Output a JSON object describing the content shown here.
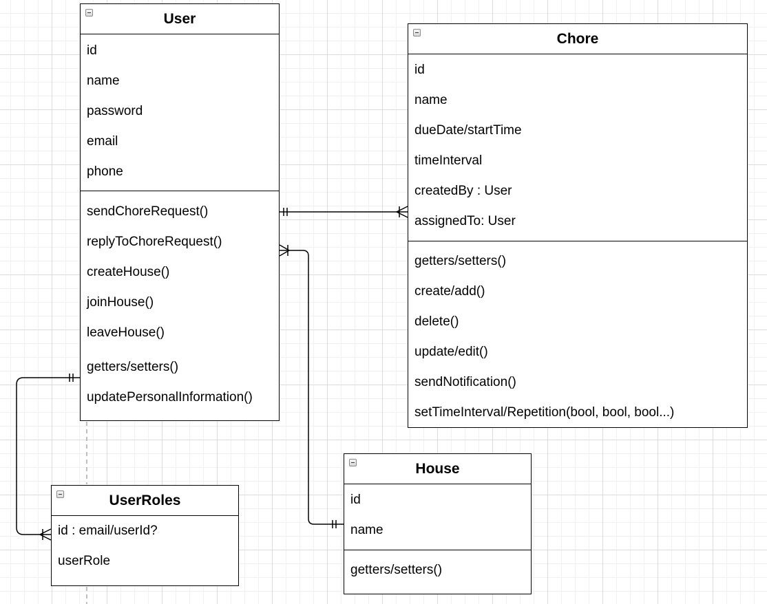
{
  "entities": {
    "user": {
      "title": "User",
      "attributes": [
        "id",
        "name",
        "password",
        "email",
        "phone"
      ],
      "methods": [
        "sendChoreRequest()",
        "replyToChoreRequest()",
        "createHouse()",
        "joinHouse()",
        "leaveHouse()",
        "getters/setters()",
        "updatePersonalInformation()"
      ]
    },
    "chore": {
      "title": "Chore",
      "attributes": [
        "id",
        "name",
        "dueDate/startTime",
        "timeInterval",
        "createdBy : User",
        "assignedTo: User"
      ],
      "methods": [
        "getters/setters()",
        "create/add()",
        "delete()",
        "update/edit()",
        "sendNotification()",
        "setTimeInterval/Repetition(bool, bool, bool...)"
      ]
    },
    "house": {
      "title": "House",
      "attributes": [
        "id",
        "name"
      ],
      "methods": [
        "getters/setters()"
      ]
    },
    "userroles": {
      "title": "UserRoles",
      "attributes": [
        "id : email/userId?",
        "userRole"
      ],
      "methods": []
    }
  },
  "relationships": [
    {
      "from": "User",
      "to": "Chore",
      "from_cardinality": "one-and-only-one",
      "to_cardinality": "one-or-many"
    },
    {
      "from": "User",
      "to": "House",
      "from_cardinality": "one-or-many",
      "to_cardinality": "one-and-only-one"
    },
    {
      "from": "User",
      "to": "UserRoles",
      "from_cardinality": "one-and-only-one",
      "to_cardinality": "one-or-many"
    }
  ],
  "colors": {
    "line": "#000000",
    "grid": "#dcdcdc",
    "background": "#ffffff"
  }
}
